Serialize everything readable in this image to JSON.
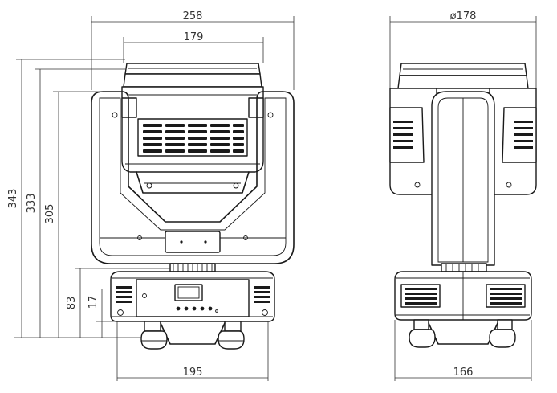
{
  "front_view": {
    "overall_width": "258",
    "head_width": "179",
    "overall_height": "343",
    "height_to_head_top": "333",
    "height_to_yoke_top": "305",
    "base_height": "83",
    "feet_height": "17",
    "base_width": "195"
  },
  "side_view": {
    "head_diameter": "ø178",
    "base_depth": "166"
  },
  "colors": {
    "line": "#1a1a1a",
    "dimension": "#333333",
    "background": "#ffffff"
  }
}
